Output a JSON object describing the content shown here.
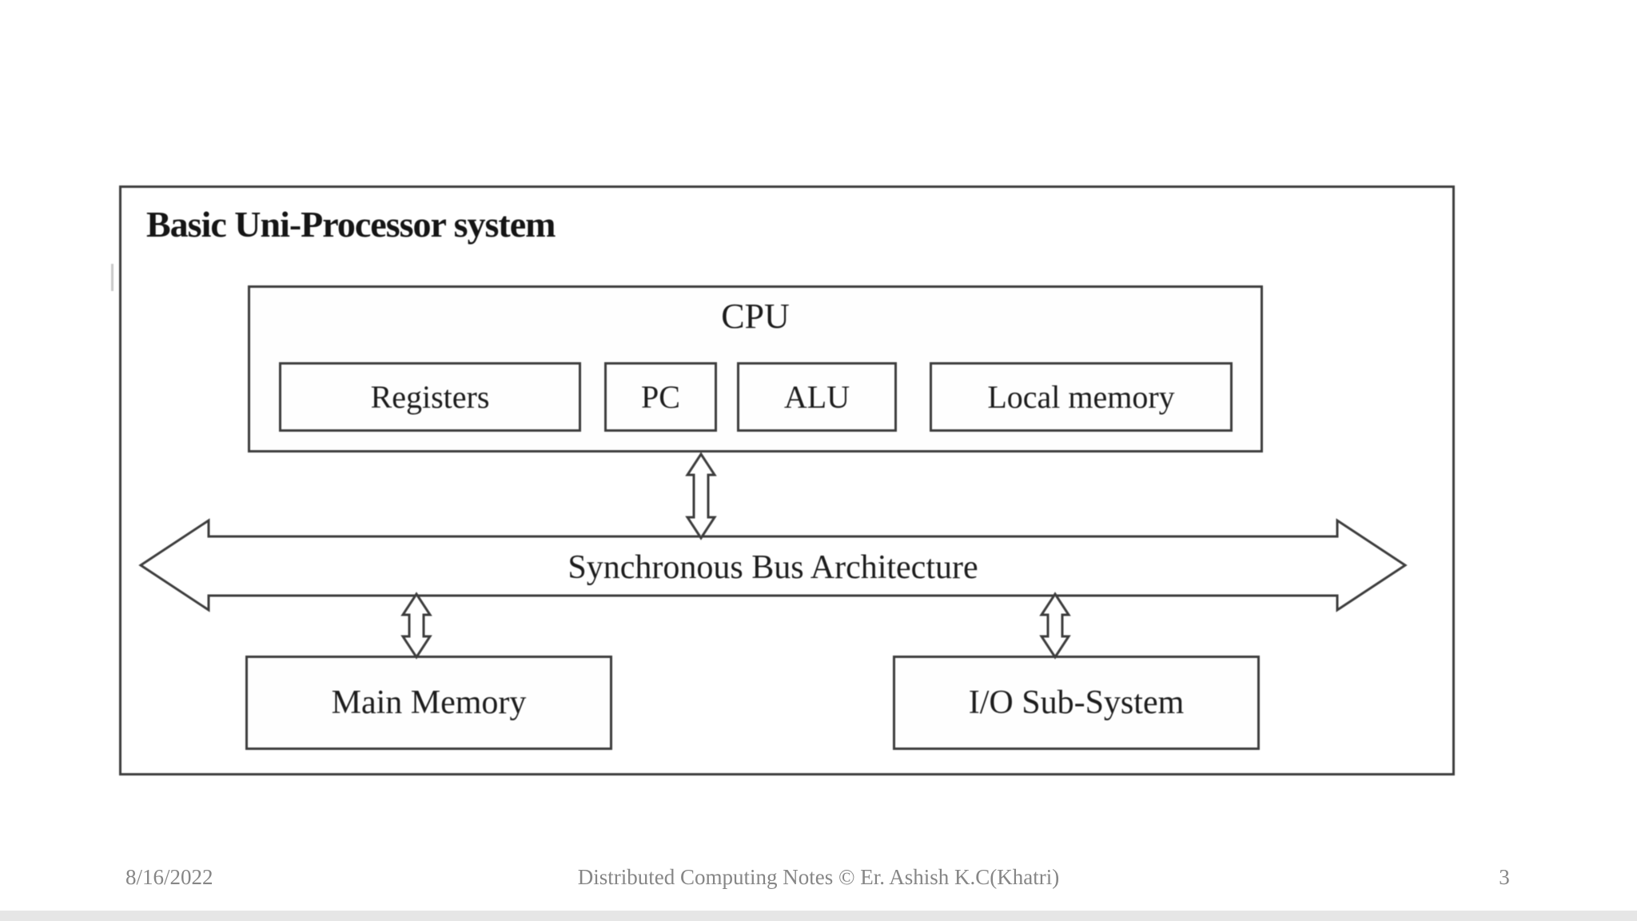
{
  "slide": {
    "title": "Basic Uni-Processor system",
    "diagram": {
      "cpu": {
        "label": "CPU",
        "components": [
          {
            "label": "Registers"
          },
          {
            "label": "PC"
          },
          {
            "label": "ALU"
          },
          {
            "label": "Local memory"
          }
        ]
      },
      "bus": {
        "label": "Synchronous Bus Architecture"
      },
      "memory": {
        "label": "Main Memory"
      },
      "io": {
        "label": "I/O Sub-System"
      }
    },
    "footer": {
      "date": "8/16/2022",
      "credit": "Distributed Computing Notes © Er. Ashish K.C(Khatri)",
      "page_number": "3"
    },
    "colors": {
      "line": "#3d3d3d",
      "diagram_text": "#1d1d1d",
      "footer_text": "#868686",
      "background": "#ffffff"
    }
  }
}
